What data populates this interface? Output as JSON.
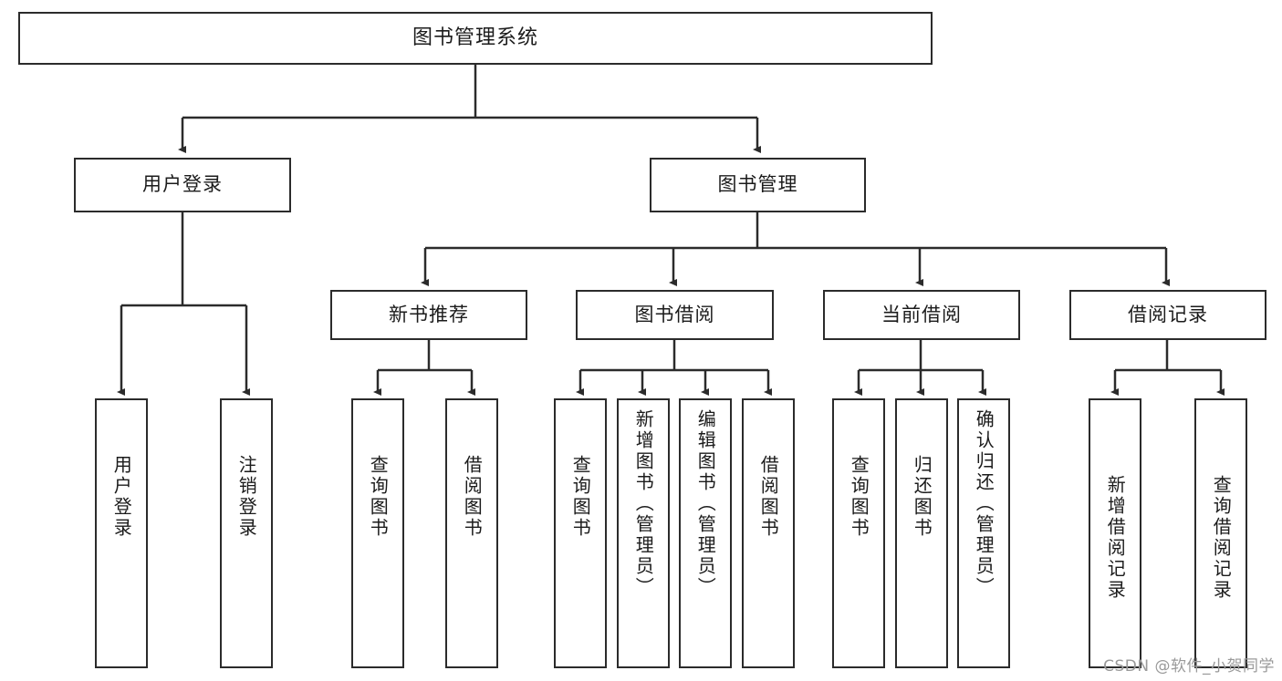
{
  "diagram": {
    "title": "图书管理系统",
    "type": "tree",
    "watermark": "CSDN @软件_小贺同学",
    "colors": {
      "border": "#2b2b2b",
      "background": "#ffffff",
      "text": "#1b1b1b",
      "edge": "#2b2b2b",
      "watermark": "#9a9a9a"
    },
    "levels": {
      "root_label": "图书管理系统",
      "level2": [
        "用户登录",
        "图书管理"
      ],
      "level3": [
        "新书推荐",
        "图书借阅",
        "当前借阅",
        "借阅记录"
      ]
    },
    "nodes": {
      "root": {
        "label": "图书管理系统"
      },
      "user_login": {
        "label": "用户登录"
      },
      "book_manage": {
        "label": "图书管理"
      },
      "new_book_rec": {
        "label": "新书推荐"
      },
      "book_borrow": {
        "label": "图书借阅"
      },
      "current_borrow": {
        "label": "当前借阅"
      },
      "borrow_record": {
        "label": "借阅记录"
      }
    },
    "leaves": {
      "user_login": [
        {
          "label": "用户登录"
        },
        {
          "label": "注销登录"
        }
      ],
      "new_book_rec": [
        {
          "label": "查询图书"
        },
        {
          "label": "借阅图书"
        }
      ],
      "book_borrow": [
        {
          "label": "查询图书"
        },
        {
          "label": "新增图书（管理员）"
        },
        {
          "label": "编辑图书（管理员）"
        },
        {
          "label": "借阅图书"
        }
      ],
      "current_borrow": [
        {
          "label": "查询图书"
        },
        {
          "label": "归还图书"
        },
        {
          "label": "确认归还（管理员）"
        }
      ],
      "borrow_record": [
        {
          "label": "新增借阅记录"
        },
        {
          "label": "查询借阅记录"
        }
      ]
    }
  }
}
